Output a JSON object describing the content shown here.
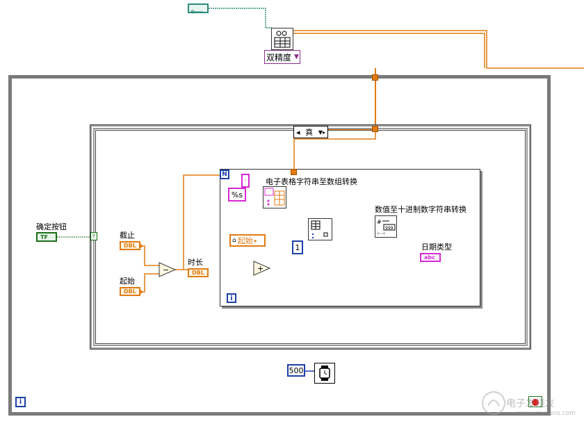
{
  "case_selector": {
    "label": "真"
  },
  "dropdown": {
    "label": "双精度"
  },
  "constants": {
    "format_string": "%s",
    "one": "1",
    "timeout": "500",
    "start_label": "起始"
  },
  "labels": {
    "confirm_button": "确定按钮",
    "cutoff": "截止",
    "start": "起始",
    "duration": "时长",
    "spreadsheet_fn": "电子表格字符串至数组转换",
    "number_to_decimal_fn": "数值至十进制数字符串转换",
    "date_type": "日期类型"
  },
  "terminals": {
    "bool": "TF",
    "dbl": "DBL",
    "str": "abc",
    "loop_n": "N",
    "loop_i": "i",
    "true_const": "?"
  },
  "watermark": "电子发烧友",
  "watermark_sub": "www.elecfans.com",
  "colors": {
    "orange_wire": "#e07b10",
    "blue_wire": "#1b3fa8",
    "pink_wire": "#d627d6",
    "green_wire": "#187018",
    "frame_gray": "#7a7a7a"
  }
}
